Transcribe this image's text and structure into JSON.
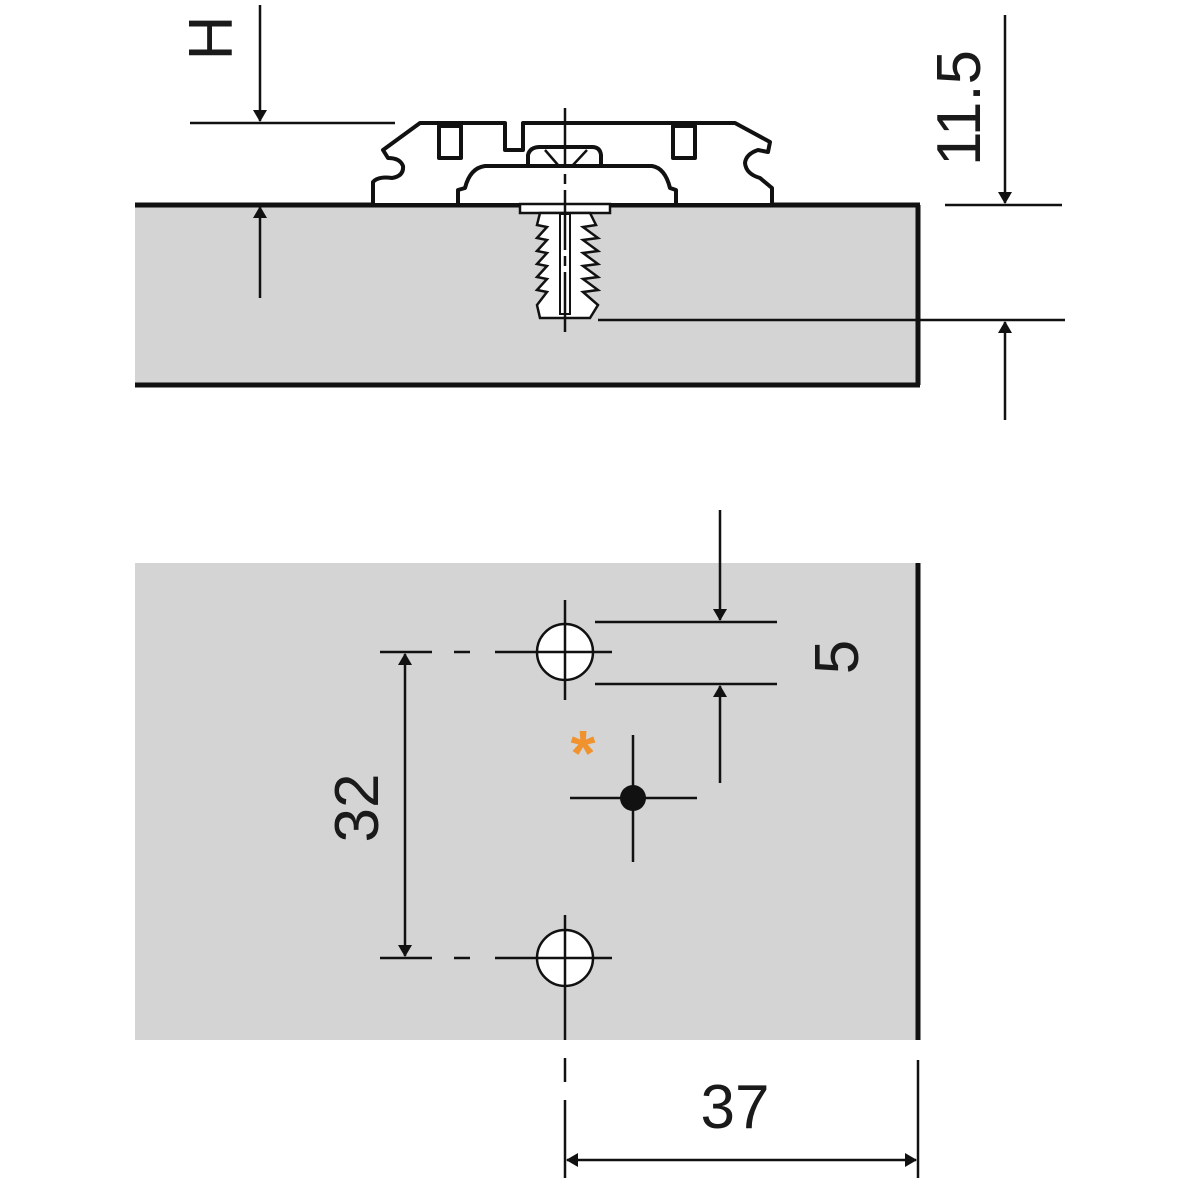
{
  "colors": {
    "panel": "#d4d4d4",
    "line": "#111111",
    "accent": "#f0922d"
  },
  "side_view": {
    "dim_h_label": "H",
    "dim_depth_label": "11.5"
  },
  "top_view": {
    "dim_spacing_label": "32",
    "dim_offset_label": "5",
    "dim_edge_label": "37",
    "marker_symbol": "*"
  }
}
